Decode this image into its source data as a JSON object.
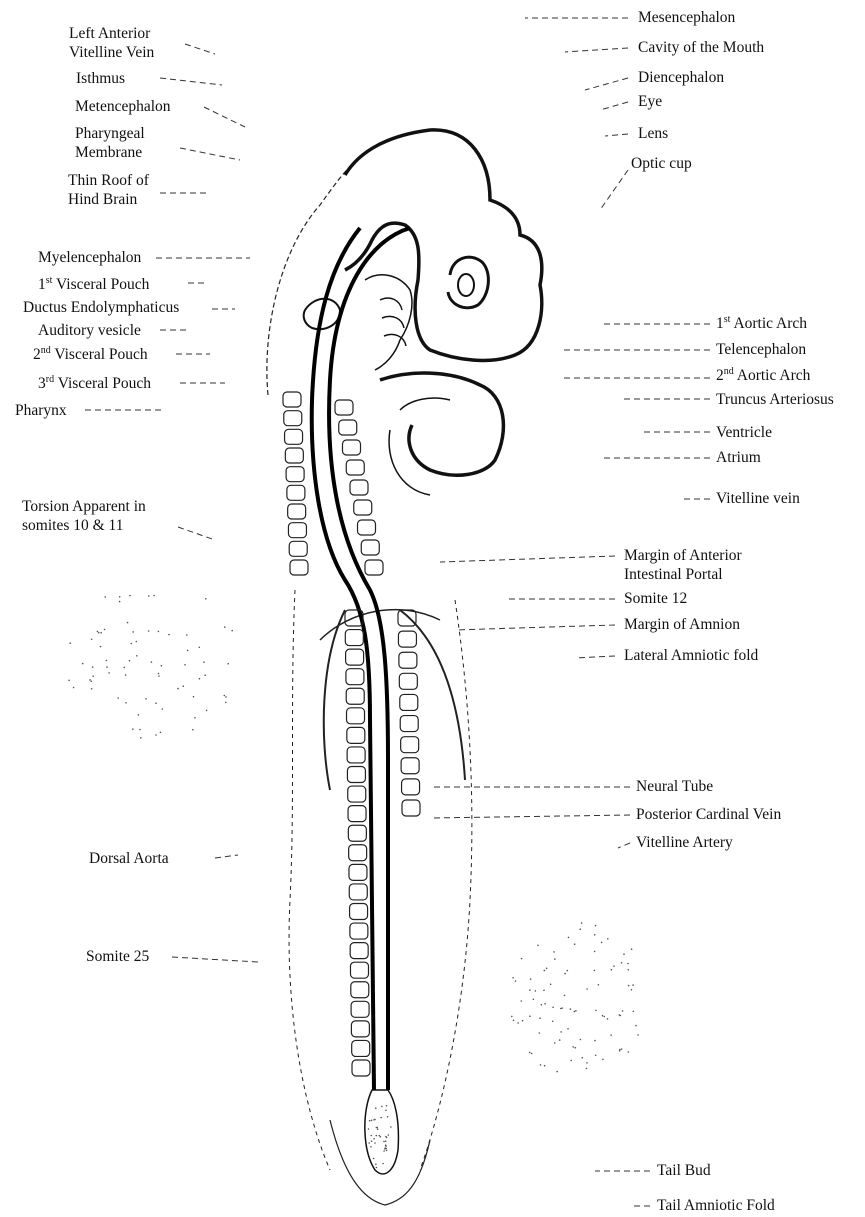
{
  "labels_left": [
    {
      "id": "left-anterior-vitelline-vein",
      "lines": [
        "Left Anterior",
        "Vitelline Vein"
      ]
    },
    {
      "id": "isthmus",
      "lines": [
        "Isthmus"
      ]
    },
    {
      "id": "metencephalon",
      "lines": [
        "Metencephalon"
      ]
    },
    {
      "id": "pharyngeal-membrane",
      "lines": [
        "Pharyngeal",
        "Membrane"
      ]
    },
    {
      "id": "thin-roof-of-hind-brain",
      "lines": [
        "Thin Roof of",
        "Hind Brain"
      ]
    },
    {
      "id": "myelencephalon",
      "lines": [
        "Myelencephalon"
      ]
    },
    {
      "id": "first-visceral-pouch",
      "pre": "1",
      "sup": "st",
      "post": " Visceral Pouch"
    },
    {
      "id": "ductus-endolymphaticus",
      "lines": [
        "Ductus Endolymphaticus"
      ]
    },
    {
      "id": "auditory-vesicle",
      "lines": [
        "Auditory vesicle"
      ]
    },
    {
      "id": "second-visceral-pouch",
      "pre": "2",
      "sup": "nd",
      "post": " Visceral Pouch"
    },
    {
      "id": "third-visceral-pouch",
      "pre": "3",
      "sup": "rd",
      "post": " Visceral Pouch"
    },
    {
      "id": "pharynx",
      "lines": [
        "Pharynx"
      ]
    },
    {
      "id": "torsion-apparent",
      "lines": [
        "Torsion Apparent in",
        "somites 10 & 11"
      ]
    },
    {
      "id": "dorsal-aorta",
      "lines": [
        "Dorsal Aorta"
      ]
    },
    {
      "id": "somite-25",
      "lines": [
        "Somite 25"
      ]
    }
  ],
  "labels_right": [
    {
      "id": "mesencephalon",
      "lines": [
        "Mesencephalon"
      ]
    },
    {
      "id": "cavity-of-the-mouth",
      "lines": [
        "Cavity of the Mouth"
      ]
    },
    {
      "id": "diencephalon",
      "lines": [
        "Diencephalon"
      ]
    },
    {
      "id": "eye",
      "lines": [
        "Eye"
      ]
    },
    {
      "id": "lens",
      "lines": [
        "Lens"
      ]
    },
    {
      "id": "optic-cup",
      "lines": [
        "Optic cup"
      ]
    },
    {
      "id": "first-aortic-arch",
      "pre": "1",
      "sup": "st",
      "post": " Aortic Arch"
    },
    {
      "id": "telencephalon",
      "lines": [
        "Telencephalon"
      ]
    },
    {
      "id": "second-aortic-arch",
      "pre": "2",
      "sup": "nd",
      "post": " Aortic Arch"
    },
    {
      "id": "truncus-arteriosus",
      "lines": [
        "Truncus Arteriosus"
      ]
    },
    {
      "id": "ventricle",
      "lines": [
        "Ventricle"
      ]
    },
    {
      "id": "atrium",
      "lines": [
        "Atrium"
      ]
    },
    {
      "id": "vitelline-vein",
      "lines": [
        "Vitelline vein"
      ]
    },
    {
      "id": "margin-of-anterior-intestinal-portal",
      "lines": [
        "Margin of Anterior",
        "Intestinal Portal"
      ]
    },
    {
      "id": "somite-12",
      "lines": [
        "Somite 12"
      ]
    },
    {
      "id": "margin-of-amnion",
      "lines": [
        "Margin of Amnion"
      ]
    },
    {
      "id": "lateral-amniotic-fold",
      "lines": [
        "Lateral Amniotic fold"
      ]
    },
    {
      "id": "neural-tube",
      "lines": [
        "Neural Tube"
      ]
    },
    {
      "id": "posterior-cardinal-vein",
      "lines": [
        "Posterior Cardinal Vein"
      ]
    },
    {
      "id": "vitelline-artery",
      "lines": [
        "Vitelline Artery"
      ]
    },
    {
      "id": "tail-bud",
      "lines": [
        "Tail Bud"
      ]
    },
    {
      "id": "tail-amniotic-fold",
      "lines": [
        "Tail Amniotic Fold"
      ]
    }
  ]
}
